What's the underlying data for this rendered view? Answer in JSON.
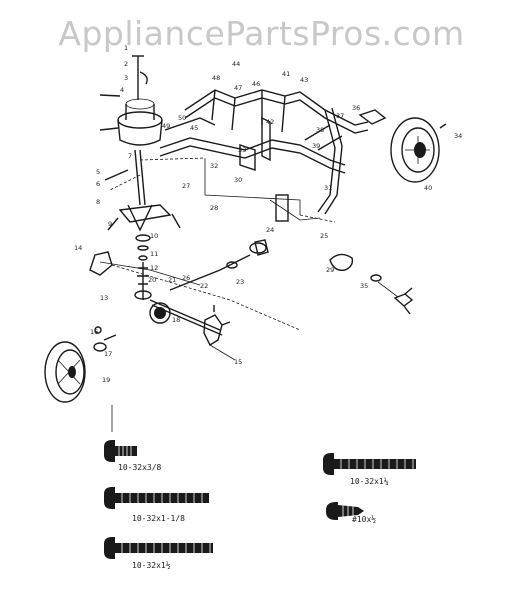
{
  "watermark": "AppliancePartsPros.com",
  "callouts": [
    {
      "id": "c1",
      "text": "1"
    },
    {
      "id": "c2",
      "text": "2"
    },
    {
      "id": "c3",
      "text": "3"
    },
    {
      "id": "c4",
      "text": "4"
    },
    {
      "id": "c5",
      "text": "5"
    },
    {
      "id": "c6",
      "text": "6"
    },
    {
      "id": "c7",
      "text": "7"
    },
    {
      "id": "c8",
      "text": "8"
    },
    {
      "id": "c9",
      "text": "9"
    },
    {
      "id": "c10",
      "text": "10"
    },
    {
      "id": "c11",
      "text": "11"
    },
    {
      "id": "c12",
      "text": "12"
    },
    {
      "id": "c13",
      "text": "13"
    },
    {
      "id": "c14",
      "text": "14"
    },
    {
      "id": "c15",
      "text": "15"
    },
    {
      "id": "c16",
      "text": "16"
    },
    {
      "id": "c17",
      "text": "17"
    },
    {
      "id": "c18",
      "text": "18"
    },
    {
      "id": "c19",
      "text": "19"
    },
    {
      "id": "c20",
      "text": "20"
    },
    {
      "id": "c21",
      "text": "21"
    },
    {
      "id": "c22",
      "text": "22"
    },
    {
      "id": "c23",
      "text": "23"
    },
    {
      "id": "c24",
      "text": "24"
    },
    {
      "id": "c25",
      "text": "25"
    },
    {
      "id": "c26",
      "text": "26"
    },
    {
      "id": "c27",
      "text": "27"
    },
    {
      "id": "c28",
      "text": "28"
    },
    {
      "id": "c29",
      "text": "29"
    },
    {
      "id": "c30",
      "text": "30"
    },
    {
      "id": "c31",
      "text": "31"
    },
    {
      "id": "c32",
      "text": "32"
    },
    {
      "id": "c33",
      "text": "33"
    },
    {
      "id": "c34",
      "text": "34"
    },
    {
      "id": "c35",
      "text": "35"
    },
    {
      "id": "c36",
      "text": "36"
    },
    {
      "id": "c37",
      "text": "37"
    },
    {
      "id": "c38",
      "text": "38"
    },
    {
      "id": "c39",
      "text": "39"
    },
    {
      "id": "c40",
      "text": "40"
    },
    {
      "id": "c41",
      "text": "41"
    },
    {
      "id": "c42",
      "text": "42"
    },
    {
      "id": "c43",
      "text": "43"
    },
    {
      "id": "c44",
      "text": "44"
    },
    {
      "id": "c45",
      "text": "45"
    },
    {
      "id": "c46",
      "text": "46"
    },
    {
      "id": "c47",
      "text": "47"
    },
    {
      "id": "c48",
      "text": "48"
    },
    {
      "id": "c49",
      "text": "49"
    },
    {
      "id": "c50",
      "text": "50"
    }
  ],
  "hardware": {
    "screw1": "10-32x3/8",
    "screw2": "10-32x1-1/8",
    "screw3": "10-32x1½",
    "screw4": "10-32x1¼",
    "screw5": "#10x½"
  }
}
